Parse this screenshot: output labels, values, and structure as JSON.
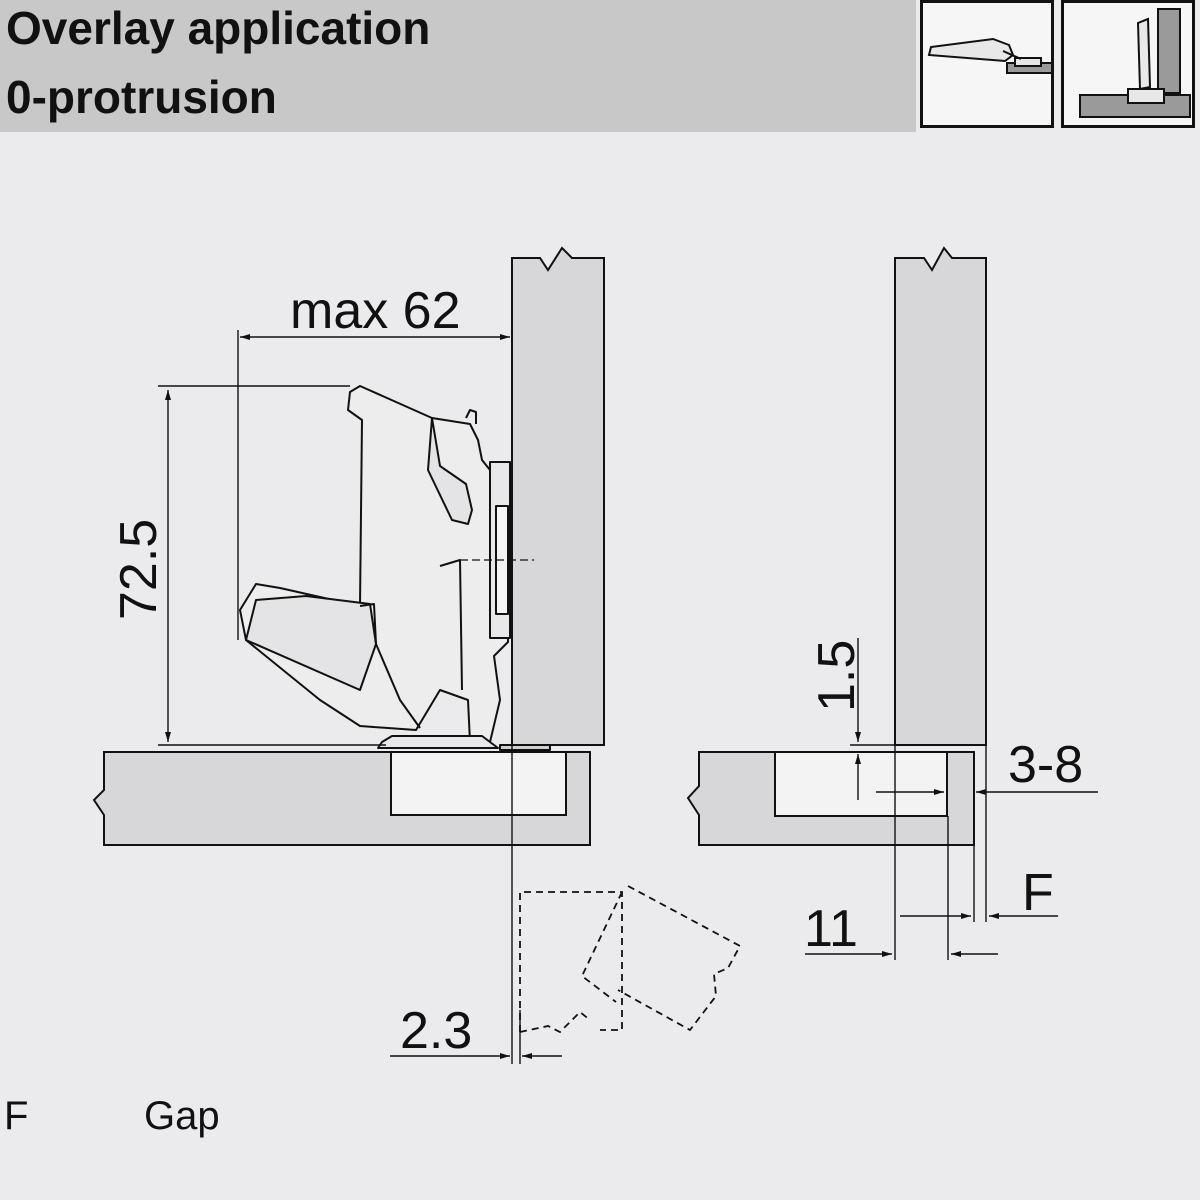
{
  "header": {
    "title_line1": "Overlay application",
    "title_line2": "0-protrusion"
  },
  "dimensions": {
    "max_width": "max 62",
    "height": "72.5",
    "offset": "2.3",
    "depth": "1.5",
    "overlay": "3-8",
    "distance": "11",
    "gap_symbol": "F"
  },
  "legend": [
    {
      "key": "F",
      "description": "Gap"
    }
  ],
  "colors": {
    "background": "#ebebed",
    "header": "#c8c8c9",
    "panel": "#d7d7d9",
    "hinge": "#ededee",
    "cup": "#f2f2f2",
    "line": "#111111"
  }
}
